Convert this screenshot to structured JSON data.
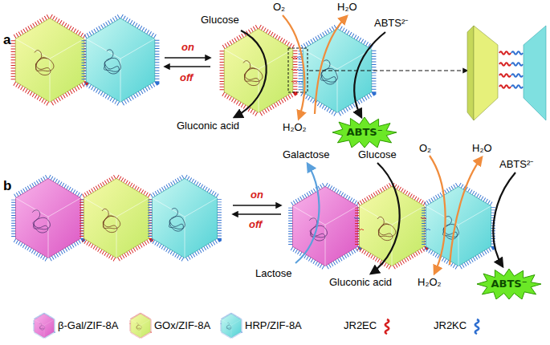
{
  "diagram": {
    "nodes": [
      {
        "text": [
          "ABTS⁻"
        ]
      },
      {
        "text": [
          "ABTS⁻"
        ]
      }
    ],
    "labels": [
      "a",
      "Glucose",
      "O₂",
      "H₂O",
      "ABTS²⁻",
      "on",
      "off",
      "Gluconic acid",
      "H₂O₂",
      "b",
      "Galactose",
      "Glucose",
      "O₂",
      "H₂O",
      "ABTS²⁻",
      "on",
      "off",
      "Lactose",
      "Gluconic acid",
      "H₂O₂"
    ],
    "legend": [
      {
        "text": "β-Gal/ZIF-8A"
      },
      {
        "text": "GOx/ZIF-8A"
      },
      {
        "text": "HRP/ZIF-8A"
      },
      {
        "text": "JR2EC"
      },
      {
        "text": "JR2KC"
      }
    ]
  }
}
